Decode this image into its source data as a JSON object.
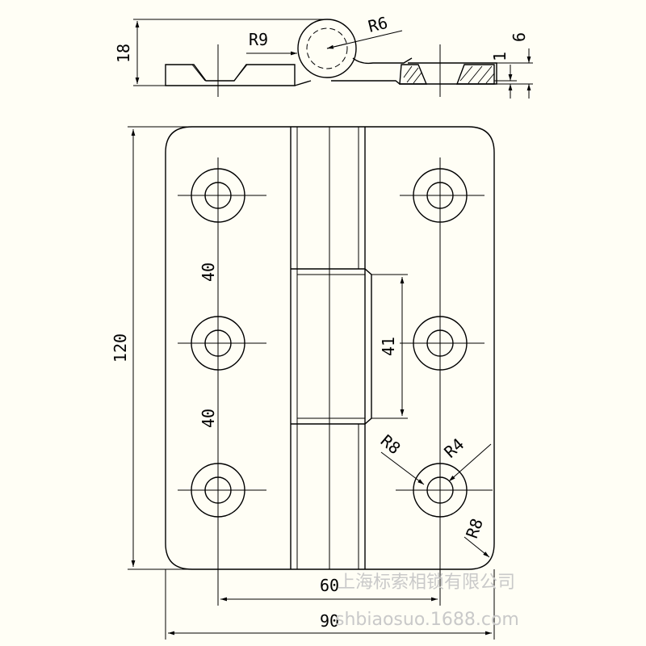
{
  "dimensions": {
    "thickness_total": "18",
    "pin_radius_outer": "R9",
    "pin_radius_inner": "R6",
    "thickness_top": "6",
    "gap": "1",
    "height": "120",
    "hole_pitch_1": "40",
    "hole_pitch_2": "40",
    "knuckle_length": "41",
    "counterbore_radius": "R8",
    "hole_radius": "R4",
    "corner_radius": "R8",
    "hole_span": "60",
    "width": "90"
  },
  "watermark": {
    "company": "上海标索相锁有限公司",
    "site": "shbiaosuo.1688.com"
  }
}
